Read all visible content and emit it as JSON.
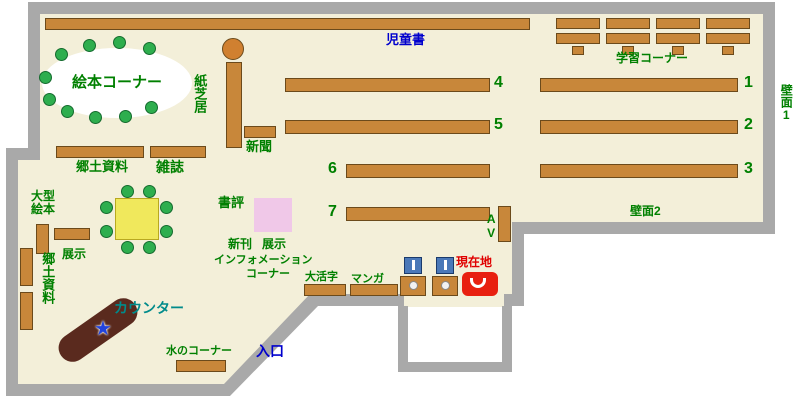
{
  "colors": {
    "floor": "#F3EFD9",
    "wall": "#A9A9A9",
    "shelf": "#C8873A",
    "shelf_border": "#6B4A1B",
    "label_green": "#008000",
    "label_blue": "#0000CD",
    "label_red": "#E00000",
    "label_teal": "#008B8B",
    "counter": "#5A2A1E",
    "table": "#F0E85C",
    "exhibit": "#F0C8E8",
    "dot": "#2EAE4E",
    "dot_border": "#156B2E",
    "machine": "#4A78B8",
    "marker": "#E82010",
    "star": "#2244DD",
    "circle_orange": "#D08030"
  },
  "icons": {
    "star": "★"
  },
  "shelf_numbers": [
    "1",
    "2",
    "3",
    "4",
    "5",
    "6",
    "7"
  ],
  "labels": {
    "children_books": "児童書",
    "study_corner": "学習コーナー",
    "wall_shelf_1": "壁面1",
    "wall_shelf_2": "壁面2",
    "picture_book_corner": "絵本コーナー",
    "kamishibai": "紙芝居",
    "newspaper": "新聞",
    "local_materials_upper": "郷土資料",
    "magazines": "雑誌",
    "large_picture_books_line1": "大型",
    "large_picture_books_line2": "絵本",
    "display_upper": "展示",
    "local_materials_left": "郷土資料",
    "book_reviews": "書評",
    "new_books": "新刊",
    "display_lower": "展示",
    "information_line1": "インフォメーション",
    "information_line2": "コーナー",
    "large_print": "大活字",
    "manga": "マンガ",
    "current_location": "現在地",
    "av": "AV",
    "counter": "カウンター",
    "water_corner": "水のコーナー",
    "entrance": "入口"
  }
}
